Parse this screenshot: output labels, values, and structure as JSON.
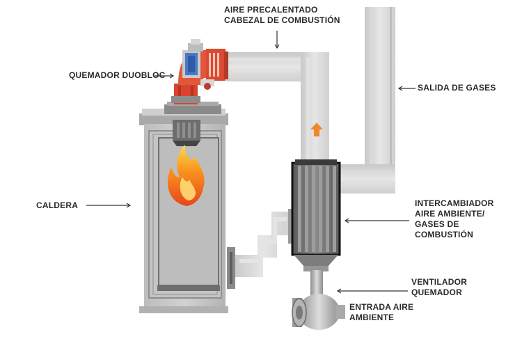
{
  "labels": {
    "aire_precalentado": {
      "line1": "AIRE PRECALENTADO",
      "line2": "CABEZAL DE COMBUSTIÓN"
    },
    "quemador_duobloc": "QUEMADOR  DUOBLOC",
    "salida_gases": "SALIDA DE GASES",
    "caldera": "CALDERA",
    "intercambiador": {
      "line1": "INTERCAMBIADOR",
      "line2": "AIRE AMBIENTE/",
      "line3": "GASES DE",
      "line4": "COMBUSTIÓN"
    },
    "ventilador": {
      "line1": "VENTILADOR",
      "line2": "QUEMADOR"
    },
    "entrada_aire": {
      "line1": "ENTRADA AIRE",
      "line2": "AMBIENTE"
    }
  },
  "colors": {
    "duct": "#d9d9d9",
    "duct_shade": "#c4c4c4",
    "boiler": "#c9c9c9",
    "boiler_inner": "#b9b9b9",
    "flame": "#f26a1b",
    "flow_arrow": "#f0872d",
    "burner": "#d8442f",
    "burner_blue": "#4a78c9",
    "heat_exchanger": "#6b6b6b",
    "label_text": "#2a2a2a"
  }
}
